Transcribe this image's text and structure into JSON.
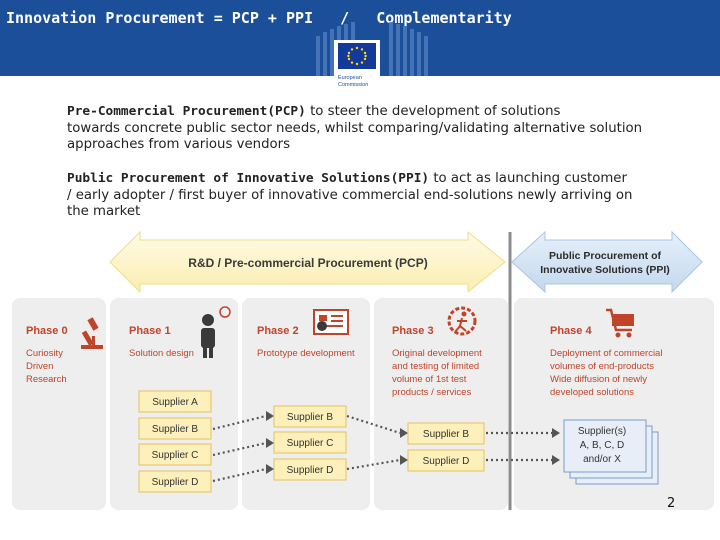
{
  "header": {
    "title": "Innovation Procurement = PCP + PPI   /   Complementarity",
    "logo_line1": "European",
    "logo_line2": "Commission"
  },
  "pcp_para": {
    "term": "Pre-Commercial Procurement(PCP)",
    "line1": " to steer the development of solutions",
    "line2": "towards concrete public sector needs, whilst comparing/validating alternative solution",
    "line3": "approaches from various vendors"
  },
  "ppi_para": {
    "term": "Public Procurement of Innovative Solutions(PPI)",
    "line1": " to act as launching customer",
    "line2": "/ early adopter / first buyer of innovative commercial end-solutions newly arriving on",
    "line3": "the market"
  },
  "diagram": {
    "pcp_arrow_label": "R&D / Pre-commercial Procurement (PCP)",
    "ppi_arrow_line1": "Public Procurement of",
    "ppi_arrow_line2": "Innovative Solutions (PPI)",
    "phases": [
      {
        "title": "Phase 0",
        "lines": [
          "Curiosity",
          "Driven",
          "Research"
        ]
      },
      {
        "title": "Phase 1",
        "lines": [
          "Solution design"
        ]
      },
      {
        "title": "Phase 2",
        "lines": [
          "Prototype development"
        ]
      },
      {
        "title": "Phase 3",
        "lines": [
          "Original development",
          "and testing of limited",
          "volume of 1st test",
          "products / services"
        ]
      },
      {
        "title": "Phase 4",
        "lines": [
          "Deployment of commercial",
          "volumes of end-products",
          "Wide diffusion of newly",
          "developed solutions"
        ]
      }
    ],
    "phase1_suppliers": [
      "Supplier A",
      "Supplier B",
      "Supplier C",
      "Supplier D"
    ],
    "phase2_suppliers": [
      "Supplier B",
      "Supplier C",
      "Supplier D"
    ],
    "phase3_suppliers": [
      "Supplier B",
      "Supplier D"
    ],
    "phase4_supplier_line1": "Supplier(s)",
    "phase4_supplier_line2": "A, B, C, D",
    "phase4_supplier_line3": "and/or X"
  },
  "page_number": "2",
  "colors": {
    "header_blue": "#1c4f99",
    "phase_red": "#c0442a",
    "supplier_fill": "#fdf0bb",
    "supplier_border": "#e6c15a",
    "pcp_arrow": "#fdf4c8",
    "ppi_arrow": "#cfe0f2",
    "panel_gray": "#eeeeee"
  }
}
